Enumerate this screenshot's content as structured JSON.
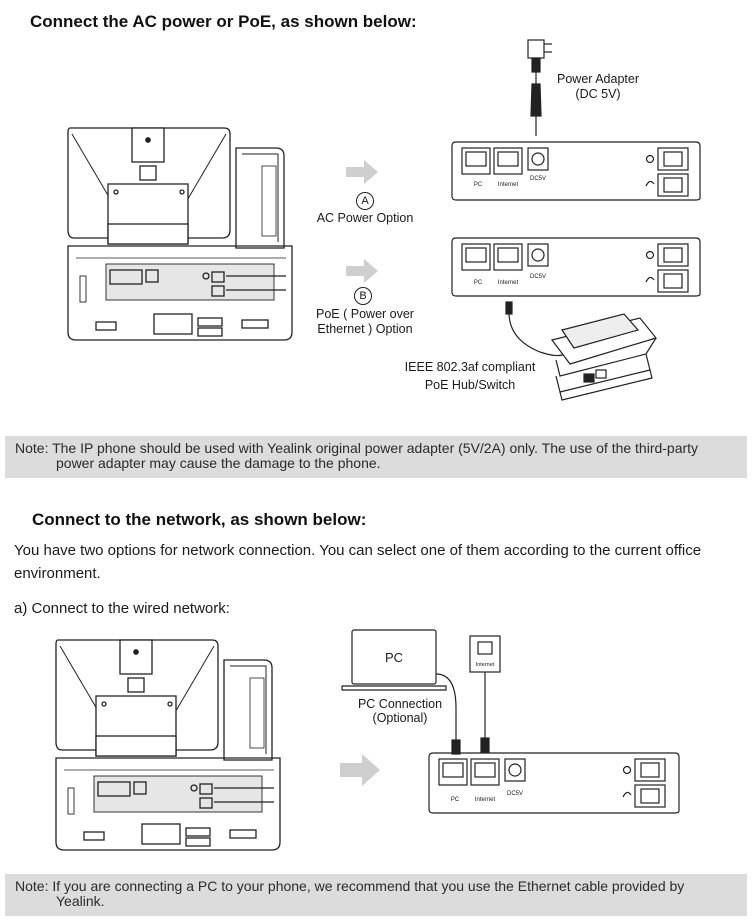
{
  "section1": {
    "heading": "Connect the AC power or PoE, as shown below:",
    "power_adapter_label_line1": "Power Adapter",
    "power_adapter_label_line2": "(DC 5V)",
    "option_a_marker": "A",
    "option_a_label": "AC Power Option",
    "option_b_marker": "B",
    "option_b_label_line1": "PoE ( Power over",
    "option_b_label_line2": "Ethernet ) Option",
    "poe_switch_label_line1": "IEEE 802.3af compliant",
    "poe_switch_label_line2": "PoE Hub/Switch",
    "port_labels": {
      "pc": "PC",
      "internet": "Internet",
      "dc": "DC5V"
    },
    "note_line1": "Note: The IP phone should be used with Yealink original power adapter (5V/2A) only. The use of the third-party",
    "note_line2": "power adapter may cause the damage to the phone."
  },
  "section2": {
    "heading": "Connect to the network, as shown below:",
    "intro": "You have two options for network connection. You can select one of them according to the current office environment.",
    "option_a": "a) Connect to the wired network:",
    "pc_screen_label": "PC",
    "wall_jack_label": "Internet",
    "pc_connection_label_line1": "PC Connection",
    "pc_connection_label_line2": "(Optional)",
    "note_line1": "Note: If you are connecting a PC to your phone, we recommend that you use the Ethernet cable provided by",
    "note_line2": "Yealink."
  },
  "colors": {
    "note_background": "#dcdcdc",
    "arrow": "#cfcfcf",
    "outline": "#222222"
  }
}
